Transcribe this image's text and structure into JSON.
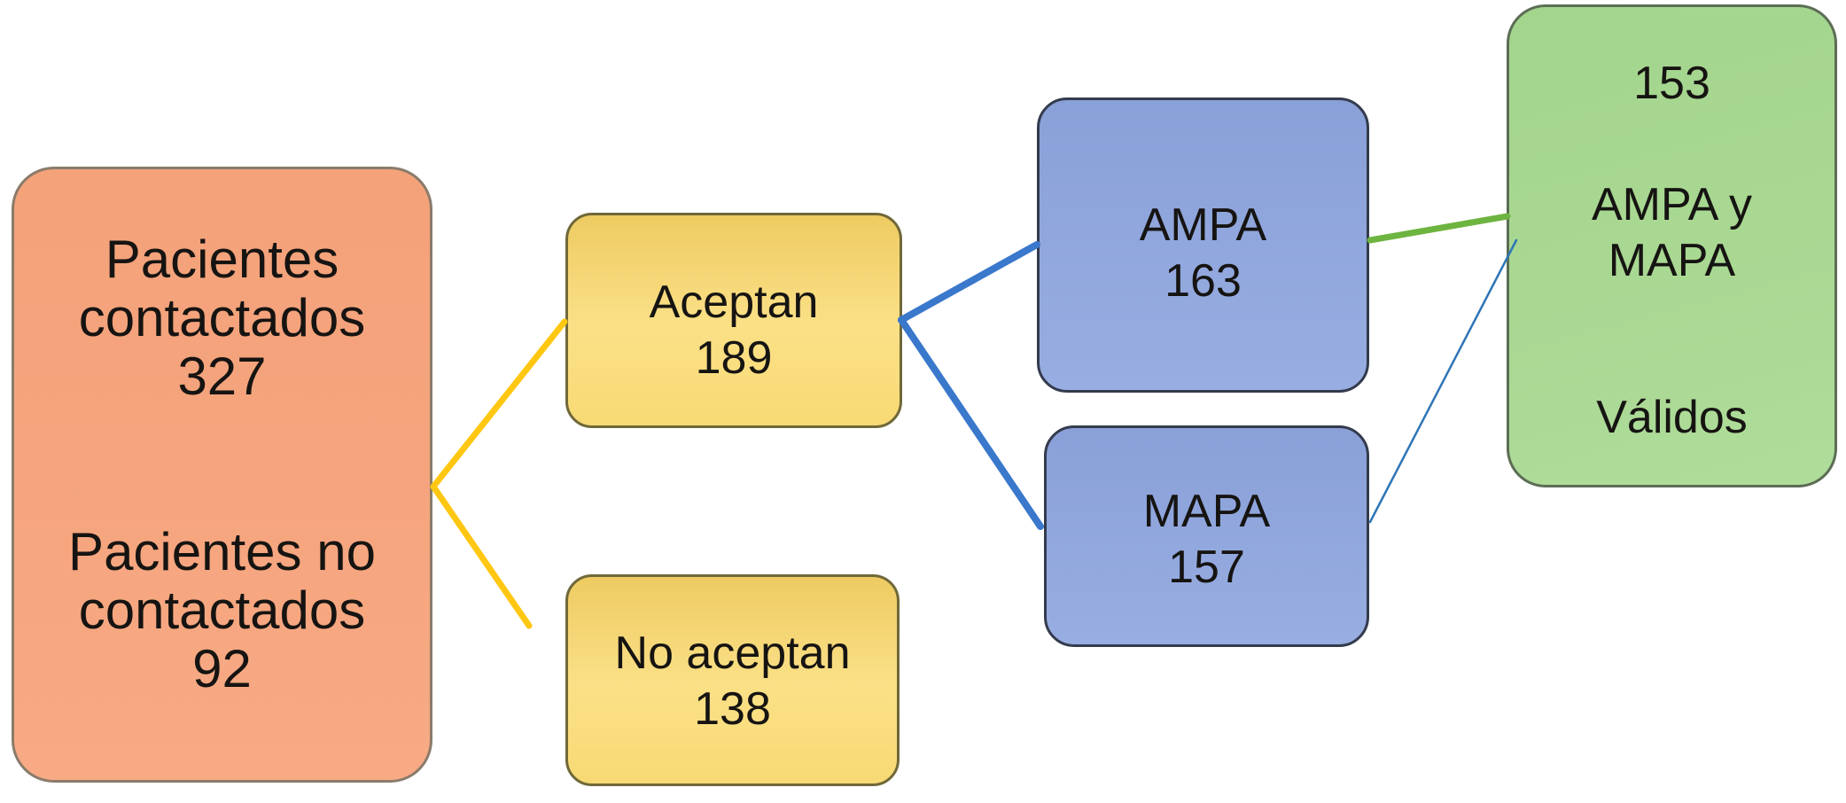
{
  "figure": {
    "background": "#FFFFFF",
    "text_color": "#161412",
    "nodes": {
      "contactados": {
        "para1": [
          "Pacientes",
          "contactados",
          "327"
        ],
        "para2": [
          "Pacientes no",
          "contactados",
          "92"
        ],
        "value_contactados": 327,
        "value_no_contactados": 92,
        "fill": "#F5A47D",
        "border": "#8A7B6B"
      },
      "aceptan": {
        "lines": [
          "Aceptan",
          "189"
        ],
        "value": 189,
        "fill": "#F9DC7D",
        "border": "#6F6839"
      },
      "no_aceptan": {
        "lines": [
          "No aceptan",
          "138"
        ],
        "value": 138,
        "fill": "#F9DC7D",
        "border": "#6F6839"
      },
      "ampa": {
        "lines": [
          "AMPA",
          "163"
        ],
        "value": 163,
        "fill": "#90A7DC",
        "border": "#343B4D"
      },
      "mapa": {
        "lines": [
          "MAPA",
          "157"
        ],
        "value": 157,
        "fill": "#90A7DC",
        "border": "#343B4D"
      },
      "validos": {
        "count": "153",
        "lines": [
          "AMPA y",
          "MAPA"
        ],
        "label": "Válidos",
        "value": 153,
        "fill": "#A8D892",
        "border": "#5C6D55"
      }
    },
    "connectors": {
      "contactados_aceptan": {
        "from": "contactados",
        "to": "aceptan",
        "color": "#FFC712"
      },
      "contactados_no_aceptan": {
        "from": "contactados",
        "to": "no_aceptan",
        "color": "#FFC712"
      },
      "aceptan_ampa": {
        "from": "aceptan",
        "to": "ampa",
        "color": "#3A78CC"
      },
      "aceptan_mapa": {
        "from": "aceptan",
        "to": "mapa",
        "color": "#3A78CC"
      },
      "ampa_validos": {
        "from": "ampa",
        "to": "validos",
        "color": "#6DB440"
      },
      "mapa_validos": {
        "from": "mapa",
        "to": "validos",
        "color": "#2E75B6"
      }
    }
  }
}
